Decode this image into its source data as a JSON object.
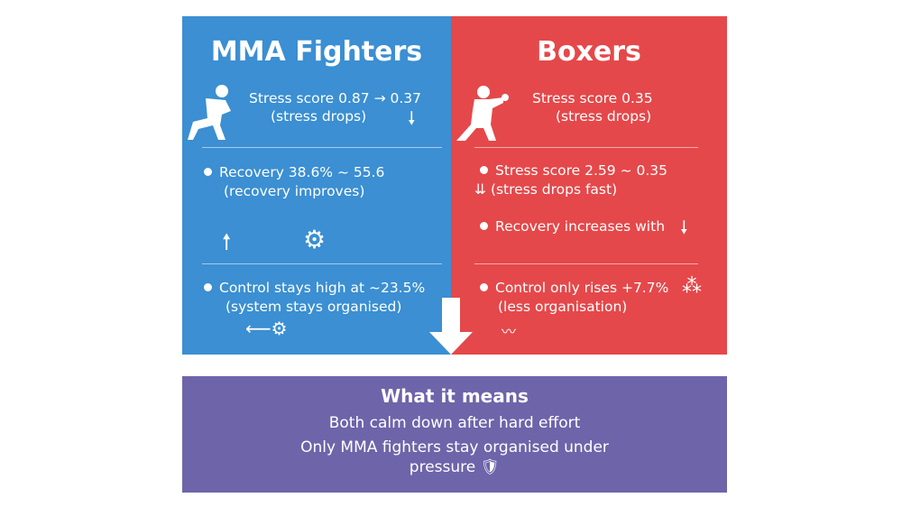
{
  "mma": {
    "title": "MMA Fighters",
    "stress_line": "Stress score 0.87 → 0.37",
    "stress_sub": "(stress drops)",
    "recovery": "Recovery 38.6% ~ 55.6",
    "recovery_sub": "(recovery improves)",
    "control": "Control stays high at ~23.5%",
    "control_sub": "(system stays organised)"
  },
  "boxers": {
    "title": "Boxers",
    "stress_line": "Stress score  0.35",
    "stress_sub": "(stress drops)",
    "stress2": "Stress score 2.59 ~ 0.35",
    "stress2_sub": "(stress drops fast)",
    "recovery": "Recovery increases with",
    "control": "Control only rises +7.7%",
    "control_sub": "(less organisation)"
  },
  "meaning": {
    "title": "What it means",
    "line1": "Both calm down after hard effort",
    "line2": "Only MMA fighters stay organised under",
    "line3": "pressure"
  },
  "colors": {
    "mma": "#3b8fd2",
    "boxers": "#e5484a",
    "meaning": "#6e64aa"
  }
}
